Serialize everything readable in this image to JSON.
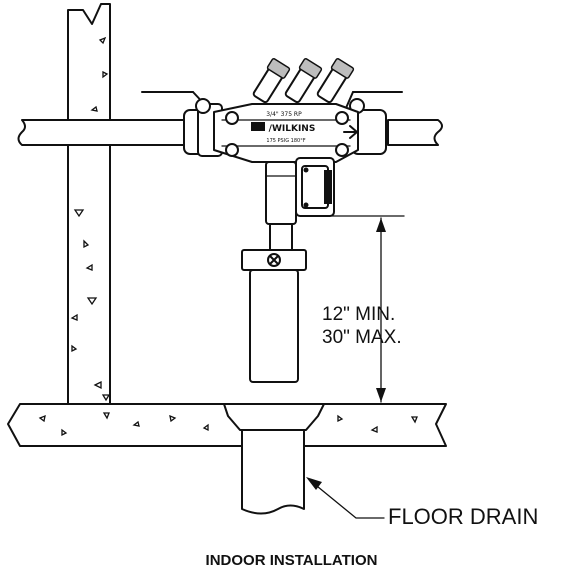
{
  "dimension": {
    "min": "12\" MIN.",
    "max": "30\" MAX."
  },
  "callout": {
    "floor_drain": "FLOOR DRAIN"
  },
  "valve_marking": {
    "line1": "3/4\" 375 RP",
    "line2": "/WILKINS",
    "line3": "175 PSIG 180°F"
  },
  "caption": "INDOOR INSTALLATION",
  "colors": {
    "ink": "#111111",
    "paper": "#ffffff",
    "shade": "#bdbdbd"
  }
}
